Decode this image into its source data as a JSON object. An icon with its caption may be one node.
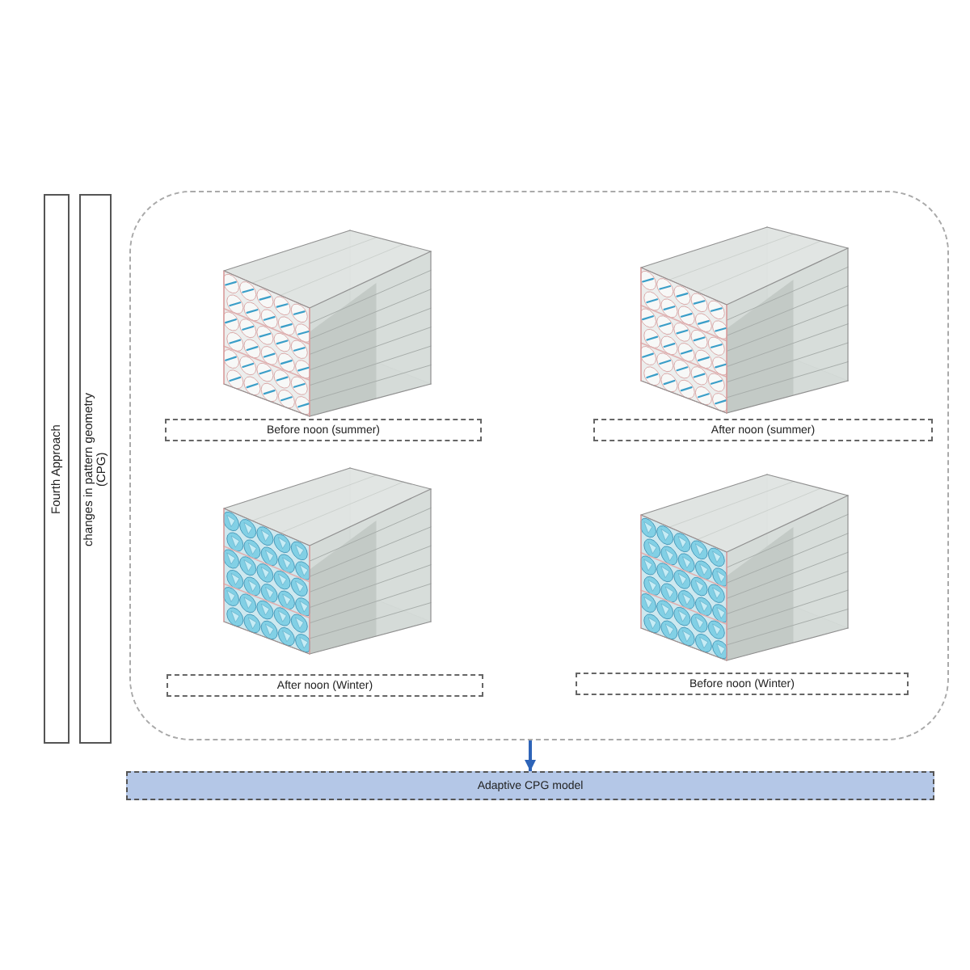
{
  "diagram": {
    "nodes": [
      {
        "text": [
          "Fourth Approach"
        ]
      },
      {
        "text": [
          "changes in pattern geometry (CPG)"
        ]
      },
      {
        "text": [],
        "shape": "box"
      },
      {
        "text": [
          "Before noon (summer)"
        ],
        "in": 2
      },
      {
        "text": [
          "After noon (summer)"
        ],
        "in": 2
      },
      {
        "text": [
          "After noon (Winter)"
        ],
        "in": 2
      },
      {
        "text": [
          "Before noon (Winter)"
        ],
        "in": 2
      },
      {
        "text": [
          "Adaptive CPG model"
        ]
      }
    ],
    "edges": [
      {
        "from": 2,
        "to": 7,
        "arrow": "to"
      }
    ]
  }
}
